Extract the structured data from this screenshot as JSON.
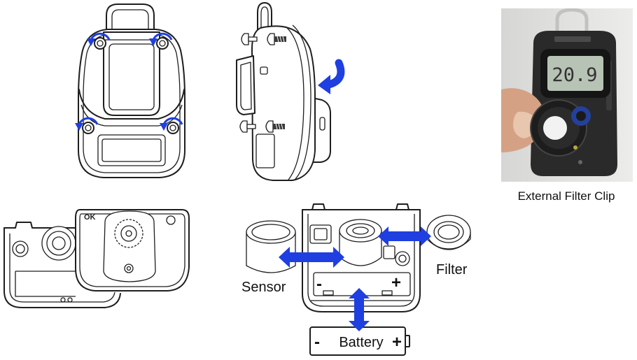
{
  "photo": {
    "display_reading": "20.9",
    "caption": "External Filter Clip"
  },
  "cover_marking": "OK",
  "labels": {
    "sensor": "Sensor",
    "filter": "Filter"
  },
  "compartment": {
    "minus": "-",
    "plus": "+"
  },
  "battery": {
    "minus": "-",
    "label": "Battery",
    "plus": "+"
  },
  "colors": {
    "arrow": "#1f3fe0"
  }
}
